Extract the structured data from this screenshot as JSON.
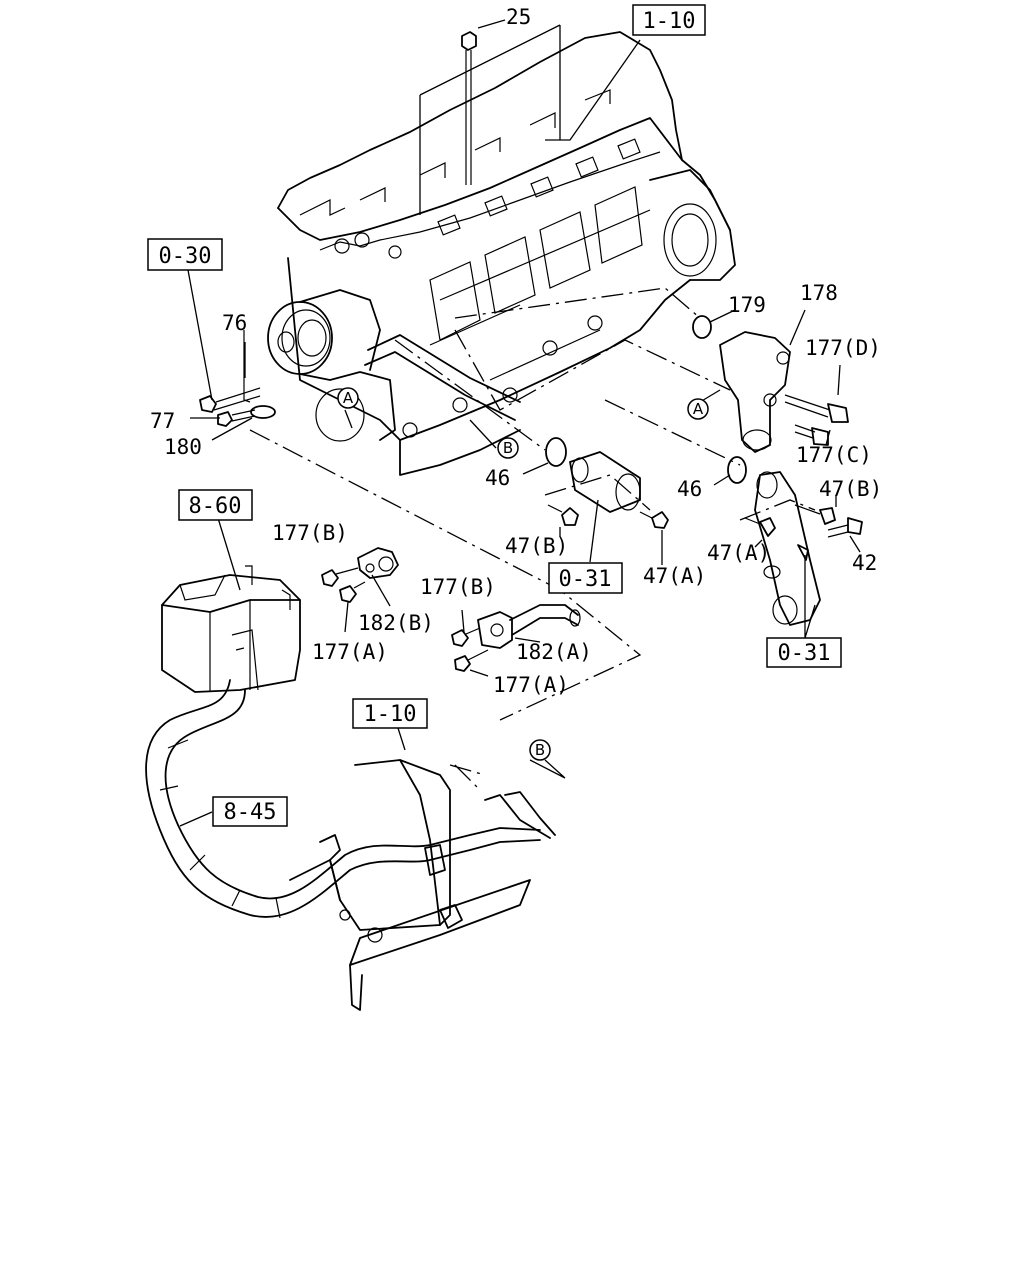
{
  "references": {
    "ref_1_10_top": "1-10",
    "ref_0_30": "0-30",
    "ref_8_60": "8-60",
    "ref_0_31_left": "0-31",
    "ref_0_31_right": "0-31",
    "ref_1_10_bottom": "1-10",
    "ref_8_45": "8-45"
  },
  "markers": {
    "A_engine": "A",
    "A_outlet": "A",
    "B_engine": "B",
    "B_pipe": "B"
  },
  "labels": {
    "p25": "25",
    "p179": "179",
    "p178": "178",
    "p177d": "177(D)",
    "p177c": "177(C)",
    "p76": "76",
    "p77": "77",
    "p180": "180",
    "p46_left": "46",
    "p46_right": "46",
    "p47b_left": "47(B)",
    "p47a_left": "47(A)",
    "p47b_right": "47(B)",
    "p47a_right": "47(A)",
    "p42": "42",
    "p177b_left": "177(B)",
    "p182b": "182(B)",
    "p177a_left": "177(A)",
    "p177b_mid": "177(B)",
    "p182a": "182(A)",
    "p177a_mid": "177(A)"
  }
}
